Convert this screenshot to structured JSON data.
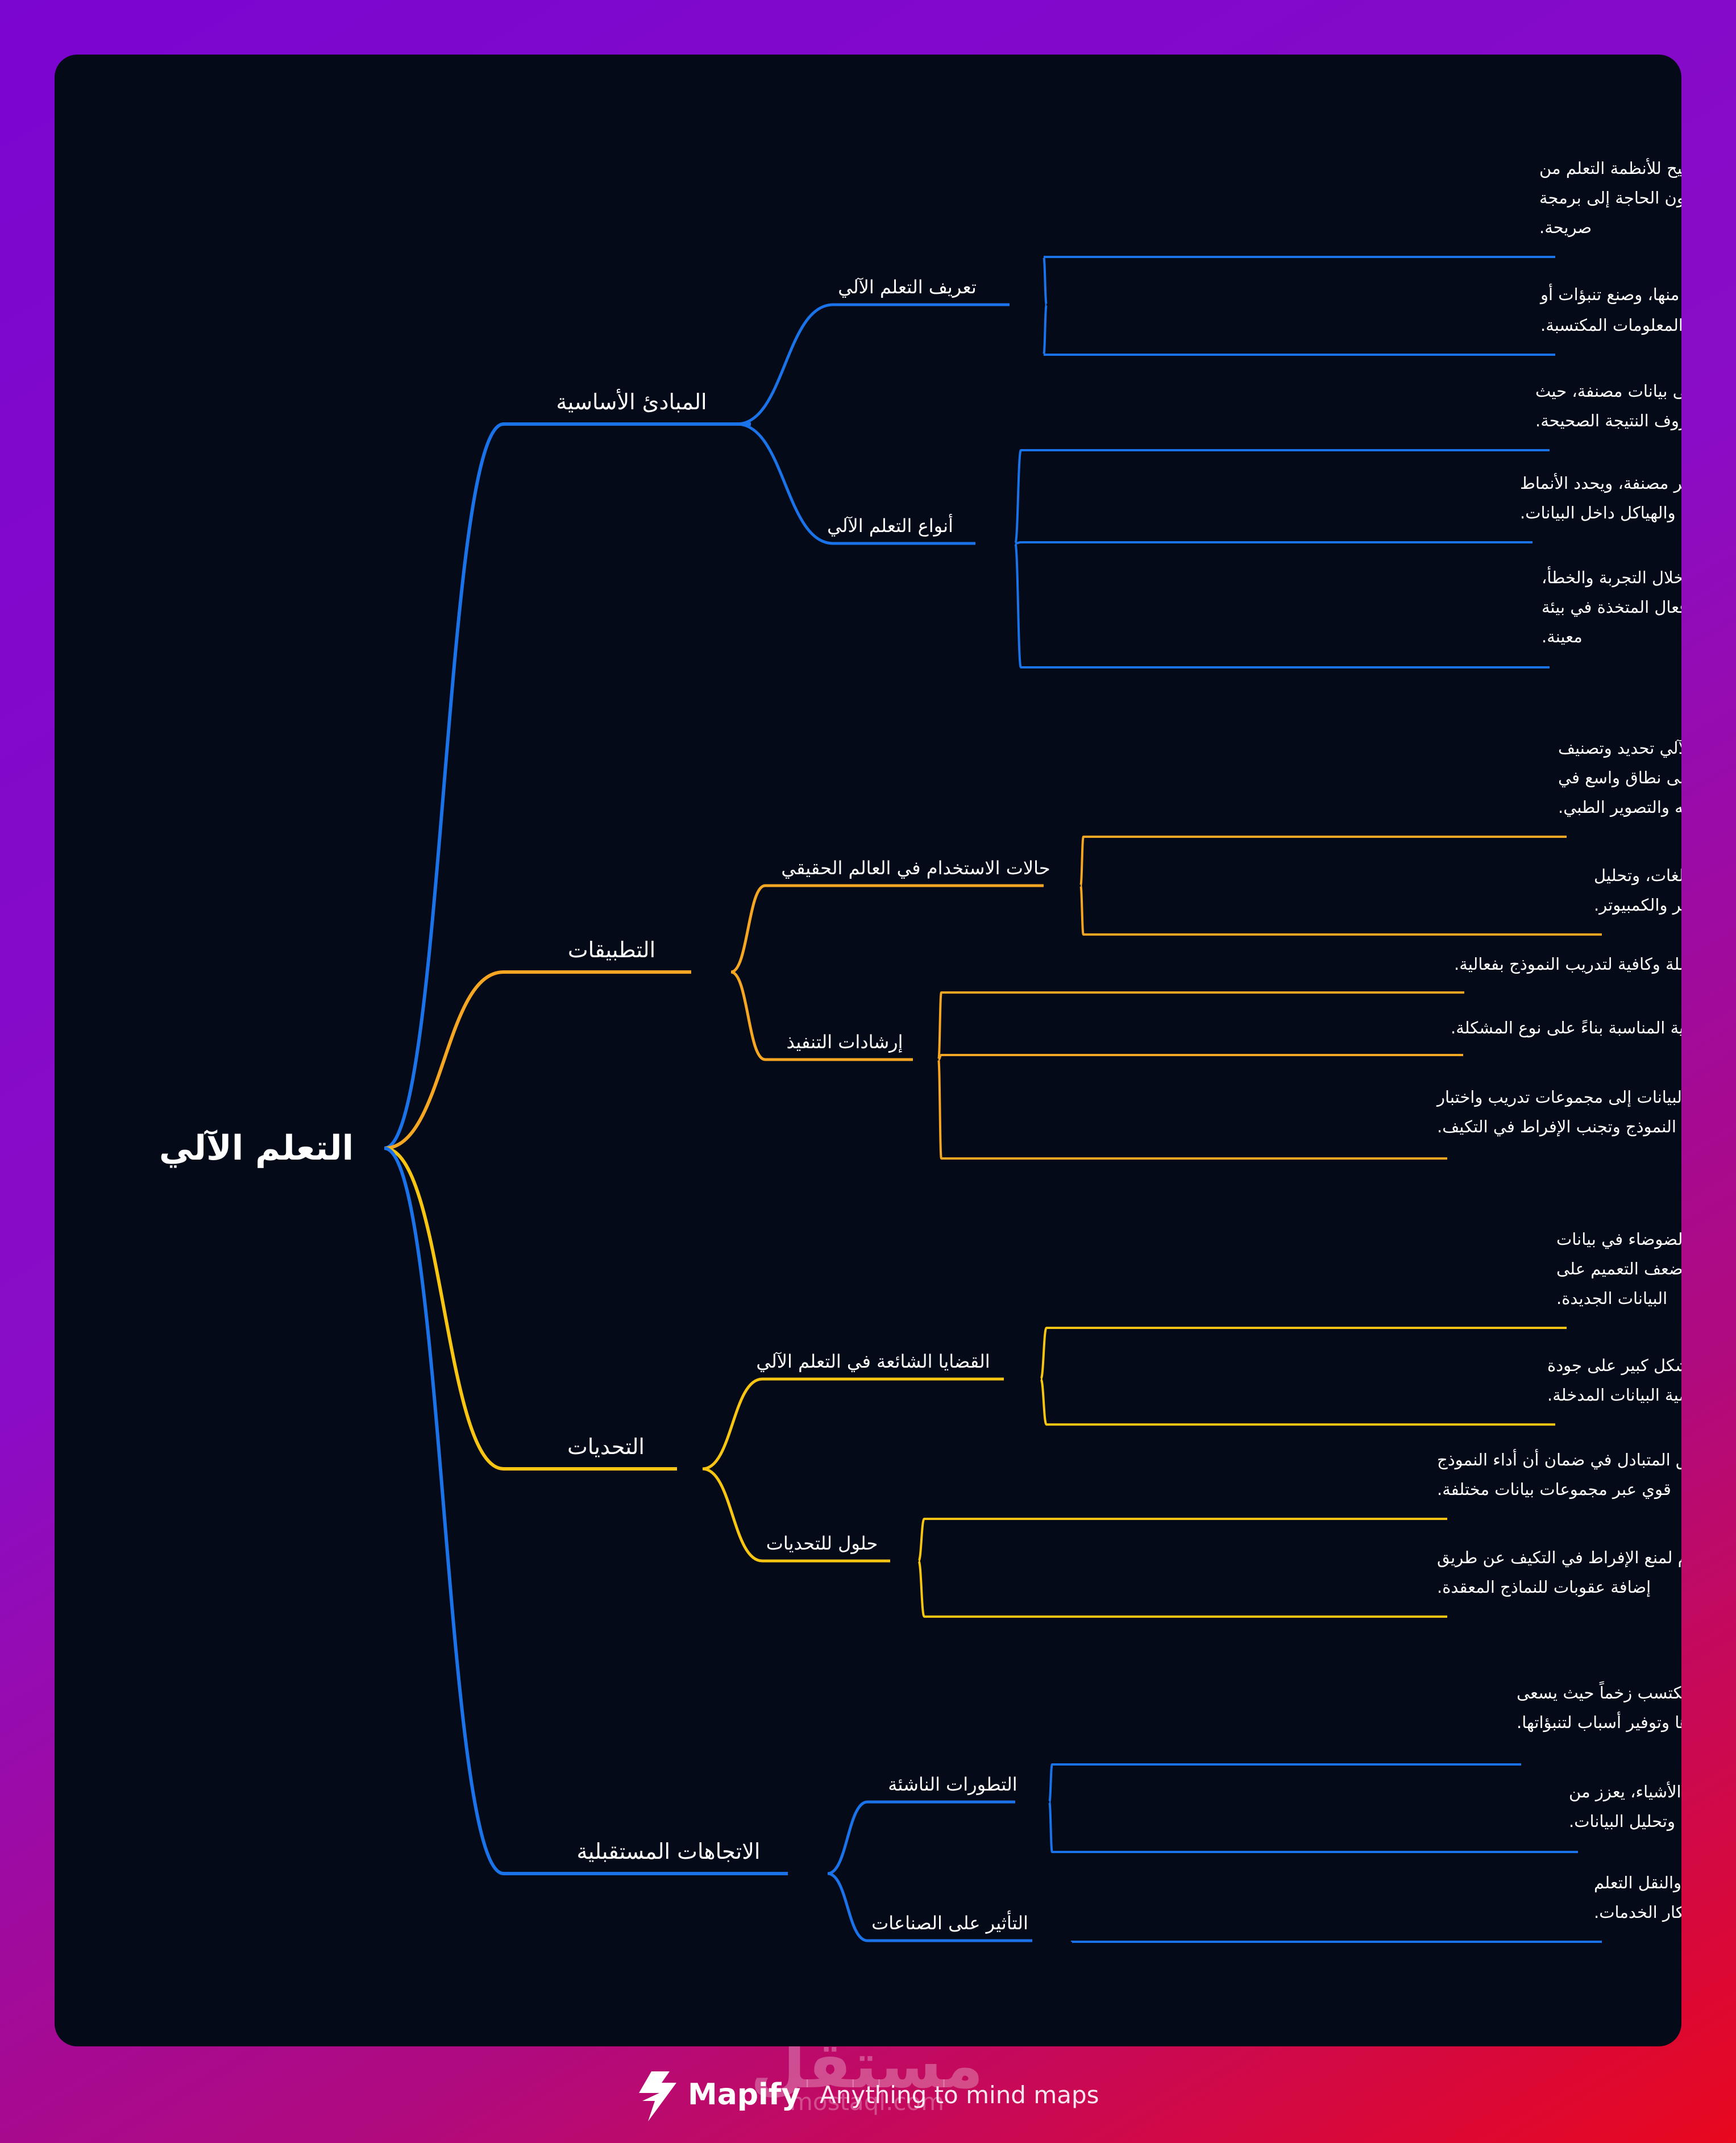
{
  "colors": {
    "background_start": "#7b06d0",
    "background_end": "#e8081e",
    "card": "#050a18",
    "blue_branch": "#1a73e8",
    "orange_branch": "#f5a623",
    "yellow_branch": "#f7c512"
  },
  "root": {
    "label": "التعلم الآلي"
  },
  "branches": [
    {
      "label": "المبادئ الأساسية",
      "color": "#1a73e8",
      "children": [
        {
          "label": "تعريف التعلم الآلي",
          "leaves": [
            [
              "التعلم الآلي هو فرع من الذكاء الاصطناعي يتيح للأنظمة التعلم من",
              "البيانات وتحسين أدائها بمرور الوقت دون الحاجة إلى برمجة",
              "صريحة."
            ],
            [
              "يستخدم خوارزميات لتحليل البيانات، والتعلم منها، وصنع تنبؤات أو",
              "قرارات بناءً على المعلومات المكتسبة."
            ]
          ]
        },
        {
          "label": "أنواع التعلم الآلي",
          "leaves": [
            [
              "التعلم تحت الإشراف يشمل تدريب نموذج على بيانات مصنفة، حيث",
              "معروف النتيجة الصحيحة."
            ],
            [
              "التعلم غير المراقب يتعامل مع بيانات غير مصنفة، ويحدد الأنماط",
              "والهياكل داخل البيانات."
            ],
            [
              "التعلم المعزز يركز على التعلم من خلال التجربة والخطأ،",
              "والحصول على مكافآت أو عقوبات بناءً على الأفعال المتخذة في بيئة",
              "معينة."
            ]
          ]
        }
      ]
    },
    {
      "label": "التطبيقات",
      "color": "#f5a623",
      "children": [
        {
          "label": "حالات الاستخدام في العالم الحقيقي",
          "leaves": [
            [
              "التعرف على الصور: يمكن لنماذج التعلم الآلي تحديد وتصنيف",
              "الكائنات داخل الصور، وهو أمر مستخدم على نطاق واسع في",
              "تطبيقات مثل التعرف على الوجه والتصوير الطبي."
            ],
            [
              "معالجة اللغة الطبيعية: يساعد التعلم الآلي في ترجمة اللغات، وتحليل",
              "المشاعر، والدردشة الآلية، مما يحسن التفاعل بين البشر والكمبيوتر."
            ]
          ]
        },
        {
          "label": "إرشادات التنفيذ",
          "leaves": [
            [
              "جمع البيانات: جمع بيانات ذات صلة وكافية لتدريب النموذج بفعالية."
            ],
            [
              "اختيار النموذج: اختيار الخوارزمية المناسبة بناءً على نوع المشكلة."
            ],
            [
              "التدريب والاختبار: تقسيم البيانات إلى مجموعات تدريب واختبار",
              "للتحقق من أداء النموذج وتجنب الإفراط في التكيف."
            ]
          ]
        }
      ]
    },
    {
      "label": "التحديات",
      "color": "#f7c512",
      "children": [
        {
          "label": "القضايا الشائعة في التعلم الآلي",
          "leaves": [
            [
              "الإفراط في التكيف يحدث عندما يتعلم النموذج الضوضاء في بيانات",
              "التدريب بدلاً من النمط الفعلي، مما يؤدي إلى ضعف التعميم على",
              "البيانات الجديدة."
            ],
            [
              "جودة البيانات: يعتمد أداء نماذج التعلم الآلي بشكل كبير على جودة",
              "وكمية البيانات المدخلة."
            ]
          ]
        },
        {
          "label": "حلول للتحديات",
          "leaves": [
            [
              "يمكن أن تساعد تقنيات التحقق المتبادل في ضمان أن أداء النموذج",
              "قوي عبر مجموعات بيانات مختلفة."
            ],
            [
              "يمكن استخدام أساليب الانتظام لمنع الإفراط في التكيف عن طريق",
              "إضافة عقوبات للنماذج المعقدة."
            ]
          ]
        }
      ]
    },
    {
      "label": "الاتجاهات المستقبلية",
      "color": "#1a73e8",
      "children": [
        {
          "label": "التطورات الناشئة",
          "leaves": [
            [
              "الذكاء الاصطناعي القابل للتفسير يكتسب زخماً حيث يسعى",
              "الباحثون لإنشاء نماذج يمكن تفسيرها وتوفير أسباب لتنبؤاتها."
            ],
            [
              "تكامل التعلم الآلي مع تقنيات أخرى، مثل إنترنت الأشياء، يعزز من",
              "قدرات الأتمتة وتحليل البيانات."
            ]
          ]
        },
        {
          "label": "التأثير على الصناعات",
          "leaves": [
            [
              "تستخدم قطاعات مختلفة مثل الرعاية الصحية والمالية والنقل التعلم",
              "الآلي لتحسين العمليات، وتعزيز تجربة العملاء، وابتكار الخدمات."
            ]
          ]
        }
      ]
    }
  ],
  "footer": {
    "watermark_arabic": "مستقل",
    "watermark_url": "mostaql.com",
    "brand_name": "Mapify",
    "tagline": "Anything to mind maps",
    "logo_icon": "lightning-bolt-icon"
  }
}
